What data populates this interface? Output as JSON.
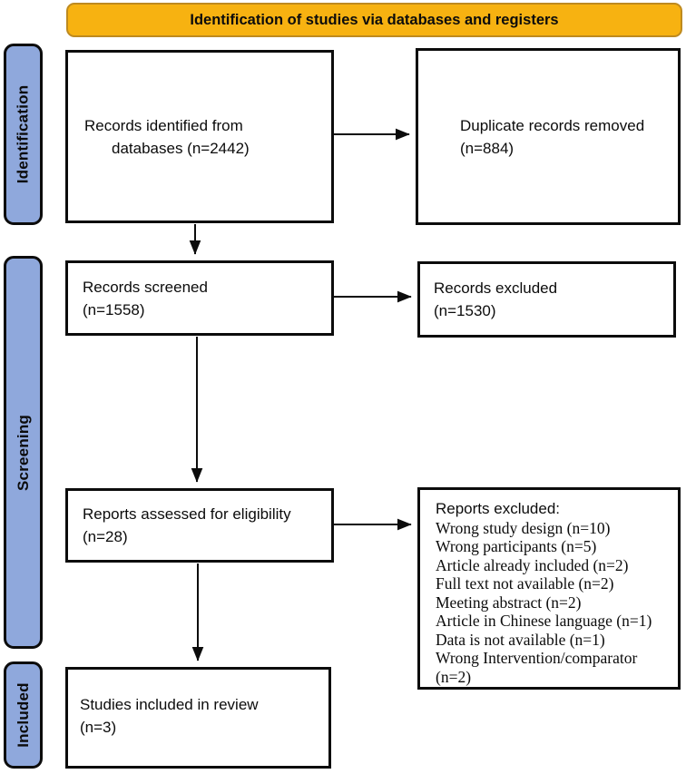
{
  "banner": {
    "label": "Identification of studies via databases and registers"
  },
  "stages": [
    {
      "id": "identification",
      "label": "Identification"
    },
    {
      "id": "screening",
      "label": "Screening"
    },
    {
      "id": "included",
      "label": "Included"
    }
  ],
  "boxes": {
    "records_identified": {
      "lines": [
        "Records identified from",
        "databases (n=2442)"
      ]
    },
    "duplicates_removed": {
      "lines": [
        "Duplicate records removed",
        "(n=884)"
      ]
    },
    "records_screened": {
      "lines": [
        "Records screened",
        "(n=1558)"
      ]
    },
    "records_excluded": {
      "lines": [
        "Records excluded",
        "(n=1530)"
      ]
    },
    "reports_assessed": {
      "lines": [
        "Reports assessed for eligibility",
        "(n=28)"
      ]
    },
    "reports_excluded": {
      "title": "Reports excluded:",
      "reasons": [
        "Wrong study design (n=10)",
        "Wrong participants (n=5)",
        "Article already included (n=2)",
        "Full text not available (n=2)",
        "Meeting abstract (n=2)",
        "Article in Chinese language (n=1)",
        "Data is not available (n=1)",
        "Wrong Intervention/comparator (n=2)"
      ]
    },
    "studies_included": {
      "lines": [
        "Studies included in review",
        "(n=3)"
      ]
    }
  },
  "colors": {
    "banner_fill": "#F7B211",
    "banner_border": "#BE8A1F",
    "stage_fill": "#8FA8DC",
    "box_border": "#0c0c0c",
    "arrow": "#0c0c0c"
  }
}
